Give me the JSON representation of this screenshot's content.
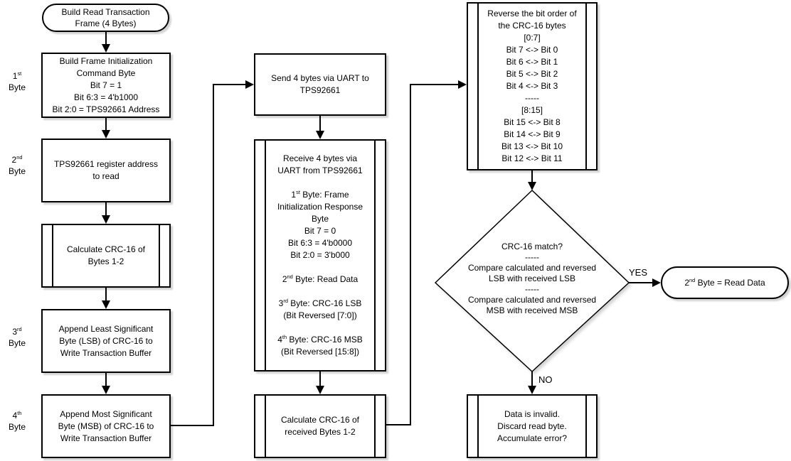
{
  "colors": {
    "stroke": "#000000",
    "fill": "#ffffff",
    "text": "#000000"
  },
  "byte_labels": [
    {
      "lines": [
        "1{st}",
        "Byte"
      ]
    },
    {
      "lines": [
        "2{nd}",
        "Byte"
      ]
    },
    {
      "lines": [
        "3{rd}",
        "Byte"
      ]
    },
    {
      "lines": [
        "4{th}",
        "Byte"
      ]
    }
  ],
  "nodes": {
    "start": {
      "type": "terminator",
      "lines": [
        "Build Read Transaction",
        "Frame (4 Bytes)"
      ]
    },
    "build_cmd": {
      "type": "process",
      "lines": [
        "Build Frame Initialization",
        "Command Byte",
        "Bit 7 = 1",
        "Bit 6:3 = 4'b1000",
        "Bit 2:0 = TPS92661 Address"
      ]
    },
    "reg_addr": {
      "type": "process",
      "lines": [
        "TPS92661 register address",
        "to read"
      ]
    },
    "calc_crc": {
      "type": "predefined-process",
      "lines": [
        "Calculate CRC-16 of",
        "Bytes 1-2"
      ]
    },
    "append_lsb": {
      "type": "process",
      "lines": [
        "Append Least Significant",
        "Byte (LSB) of CRC-16 to",
        "Write Transaction Buffer"
      ]
    },
    "append_msb": {
      "type": "process",
      "lines": [
        "Append Most Significant",
        "Byte (MSB) of CRC-16 to",
        "Write Transaction Buffer"
      ]
    },
    "send": {
      "type": "process",
      "lines": [
        "Send 4 bytes via UART to",
        "TPS92661"
      ]
    },
    "receive": {
      "type": "predefined-process",
      "lines": [
        "Receive 4 bytes via",
        "UART from TPS92661",
        "",
        "1{st} Byte: Frame",
        "Initialization Response",
        "Byte",
        "Bit 7 = 0",
        "Bit 6:3 = 4'b0000",
        "Bit 2:0 = 3'b000",
        "",
        "2{nd} Byte: Read Data",
        "",
        "3{rd} Byte: CRC-16 LSB",
        "(Bit Reversed [7:0])",
        "",
        "4{th} Byte: CRC-16 MSB",
        "(Bit Reversed [15:8])"
      ]
    },
    "calc_crc_rx": {
      "type": "predefined-process",
      "lines": [
        "Calculate CRC-16 of",
        "received Bytes 1-2"
      ]
    },
    "reverse": {
      "type": "predefined-process",
      "lines": [
        "Reverse the bit order of",
        "the CRC-16 bytes",
        "[0:7]",
        "Bit 7 <-> Bit 0",
        "Bit 6 <-> Bit 1",
        "Bit 5 <-> Bit 2",
        "Bit 4 <-> Bit 3",
        "-----",
        "[8:15]",
        "Bit 15 <-> Bit 8",
        "Bit 14 <-> Bit 9",
        "Bit 13 <-> Bit 10",
        "Bit 12 <-> Bit 11"
      ]
    },
    "decision": {
      "type": "decision",
      "lines": [
        "CRC-16 match?",
        "-----",
        "Compare calculated and reversed",
        "LSB with received LSB",
        "-----",
        "Compare calculated and reversed",
        "MSB with received MSB"
      ]
    },
    "result": {
      "type": "terminator",
      "lines": [
        "2{nd} Byte = Read Data"
      ]
    },
    "invalid": {
      "type": "predefined-process",
      "lines": [
        "Data is invalid.",
        "Discard read byte.",
        "Accumulate error?"
      ]
    }
  },
  "edge_labels": {
    "yes": "YES",
    "no": "NO"
  }
}
